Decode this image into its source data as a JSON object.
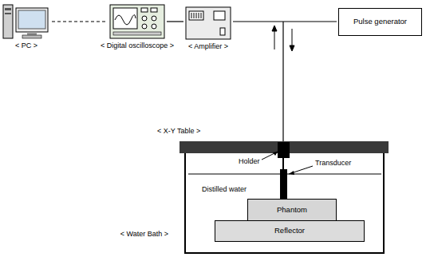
{
  "diagram": {
    "nodes": [
      {
        "text": [
          "< PC >"
        ]
      },
      {
        "text": [
          "< Digital oscilloscope >"
        ]
      },
      {
        "text": [
          "< Amplifier >"
        ]
      },
      {
        "text": [
          "Pulse generator"
        ]
      },
      {
        "text": [
          "< Water Bath >"
        ]
      },
      {
        "text": [
          "Phantom"
        ],
        "in": 4
      },
      {
        "text": [
          "Reflector"
        ],
        "in": 4
      }
    ],
    "edges": [
      {
        "from": 0,
        "to": 1,
        "arrow": "none"
      },
      {
        "from": 1,
        "to": 2,
        "arrow": "none"
      },
      {
        "from": 2,
        "to": 3,
        "arrow": "none"
      }
    ],
    "labels": [
      "< X-Y Table >",
      "Holder",
      "Transducer",
      "Distilled water"
    ]
  }
}
